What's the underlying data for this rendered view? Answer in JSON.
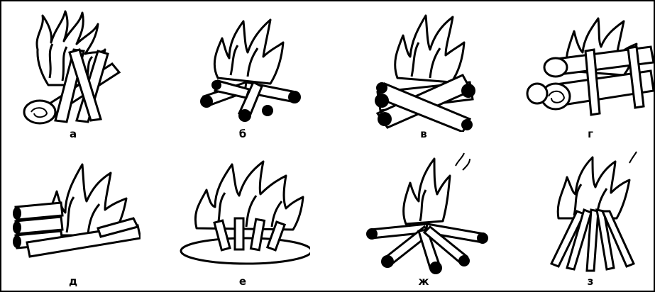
{
  "figures": [
    {
      "label": "а",
      "icon": "hut-bonfire-icon"
    },
    {
      "label": "б",
      "icon": "star-bonfire-icon"
    },
    {
      "label": "в",
      "icon": "cross-log-bonfire-icon"
    },
    {
      "label": "г",
      "icon": "nodya-bonfire-icon"
    },
    {
      "label": "д",
      "icon": "reflector-bonfire-icon"
    },
    {
      "label": "е",
      "icon": "pit-bonfire-icon"
    },
    {
      "label": "ж",
      "icon": "radial-bonfire-icon"
    },
    {
      "label": "з",
      "icon": "teepee-bonfire-icon"
    }
  ],
  "colors": {
    "ink": "#000000",
    "paper": "#ffffff"
  }
}
